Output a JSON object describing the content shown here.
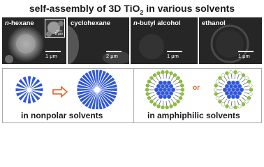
{
  "title": {
    "prefix": "self-assembly of 3D TiO",
    "subscript": "2",
    "suffix": " in various solvents"
  },
  "panels": [
    {
      "label_italic": "n",
      "label_rest": "-hexane",
      "scale": "1 μm",
      "inset_scale": "5 μm"
    },
    {
      "label_italic": "",
      "label_rest": "cyclohexane",
      "scale": "2 μm"
    },
    {
      "label_italic": "n",
      "label_rest": "-butyl alcohol",
      "scale": "1 μm"
    },
    {
      "label_italic": "",
      "label_rest": "ethanol",
      "scale": "1 μm"
    }
  ],
  "bottom": {
    "left_caption": "in nonpolar solvents",
    "right_caption": "in amphiphilic solvents",
    "or_text": "or"
  },
  "colors": {
    "particle_blue": "#2f57d6",
    "arrow_orange": "#e05b1a",
    "green_head": "#8fbf3a",
    "white_head": "#ffffff"
  }
}
